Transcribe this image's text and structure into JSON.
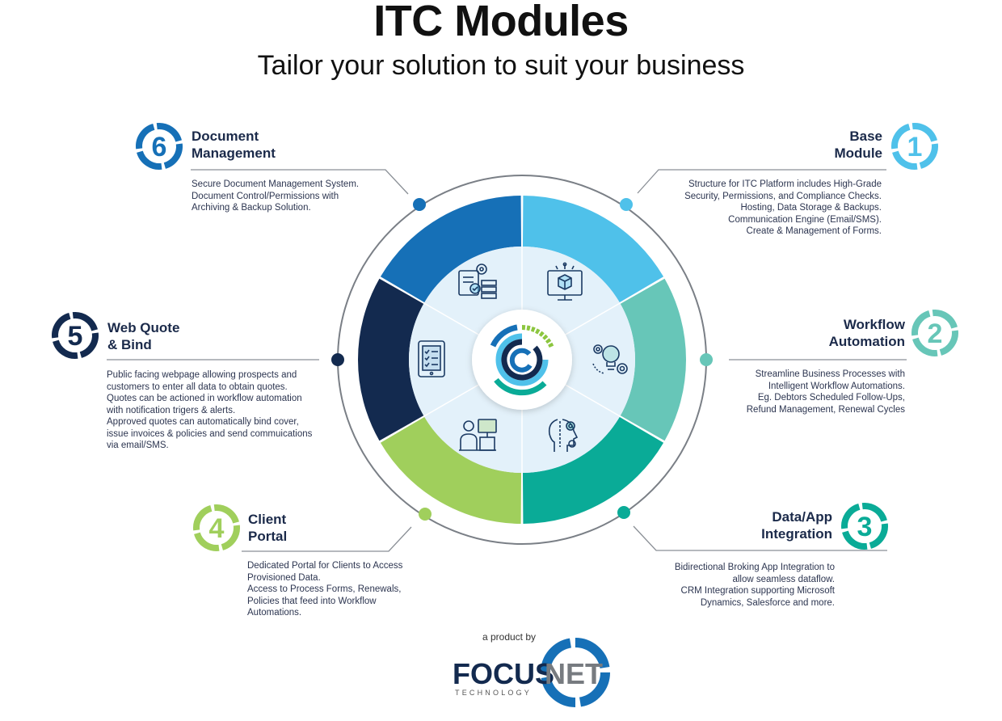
{
  "title": "ITC Modules",
  "subtitle": "Tailor your solution to suit your business",
  "colors": {
    "base": "#4fc1ea",
    "workflow": "#67c6b8",
    "integration": "#0aab97",
    "portal": "#a0cf5c",
    "webquote": "#132a4f",
    "document": "#1670b7"
  },
  "modules": [
    {
      "number": "1",
      "title_lines": [
        "Base",
        "Module"
      ],
      "desc_lines": [
        "Structure for ITC Platform includes High-Grade",
        "Security, Permissions, and Compliance Checks.",
        "Hosting, Data Storage & Backups.",
        "Communication Engine (Email/SMS).",
        "Create & Management of Forms."
      ],
      "icon": "monitor-cube-icon"
    },
    {
      "number": "2",
      "title_lines": [
        "Workflow",
        "Automation"
      ],
      "desc_lines": [
        "Streamline Business Processes with",
        "Intelligent Workflow Automations.",
        "Eg. Debtors Scheduled Follow-Ups,",
        "Refund Management, Renewal Cycles"
      ],
      "icon": "gear-lightbulb-icon"
    },
    {
      "number": "3",
      "title_lines": [
        "Data/App",
        "Integration"
      ],
      "desc_lines": [
        "Bidirectional Broking App Integration to",
        "allow seamless dataflow.",
        "CRM Integration supporting Microsoft",
        "Dynamics, Salesforce and more."
      ],
      "icon": "head-gears-icon"
    },
    {
      "number": "4",
      "title_lines": [
        "Client",
        "Portal"
      ],
      "desc_lines": [
        "Dedicated Portal for Clients to Access",
        "Provisioned Data.",
        "Access to Process Forms, Renewals,",
        "Policies that feed into Workflow",
        "Automations."
      ],
      "icon": "user-computer-icon"
    },
    {
      "number": "5",
      "title_lines": [
        "Web Quote",
        "& Bind"
      ],
      "desc_lines": [
        "Public facing webpage allowing prospects and",
        "customers to enter all data to obtain quotes.",
        "Quotes can be actioned in workflow automation",
        "with notification trigers & alerts.",
        "Approved quotes can automatically bind cover,",
        "issue invoices & policies and send commuications",
        "via email/SMS."
      ],
      "icon": "tablet-checklist-icon"
    },
    {
      "number": "6",
      "title_lines": [
        "Document",
        "Management"
      ],
      "desc_lines": [
        "Secure Document Management System.",
        "Document Control/Permissions with",
        "Archiving & Backup Solution."
      ],
      "icon": "document-gear-icon"
    }
  ],
  "footer": {
    "product_by": "a product by",
    "logo_main_dark": "FOCUS",
    "logo_main_grey": "NET",
    "logo_sub": "TECHNOLOGY"
  }
}
